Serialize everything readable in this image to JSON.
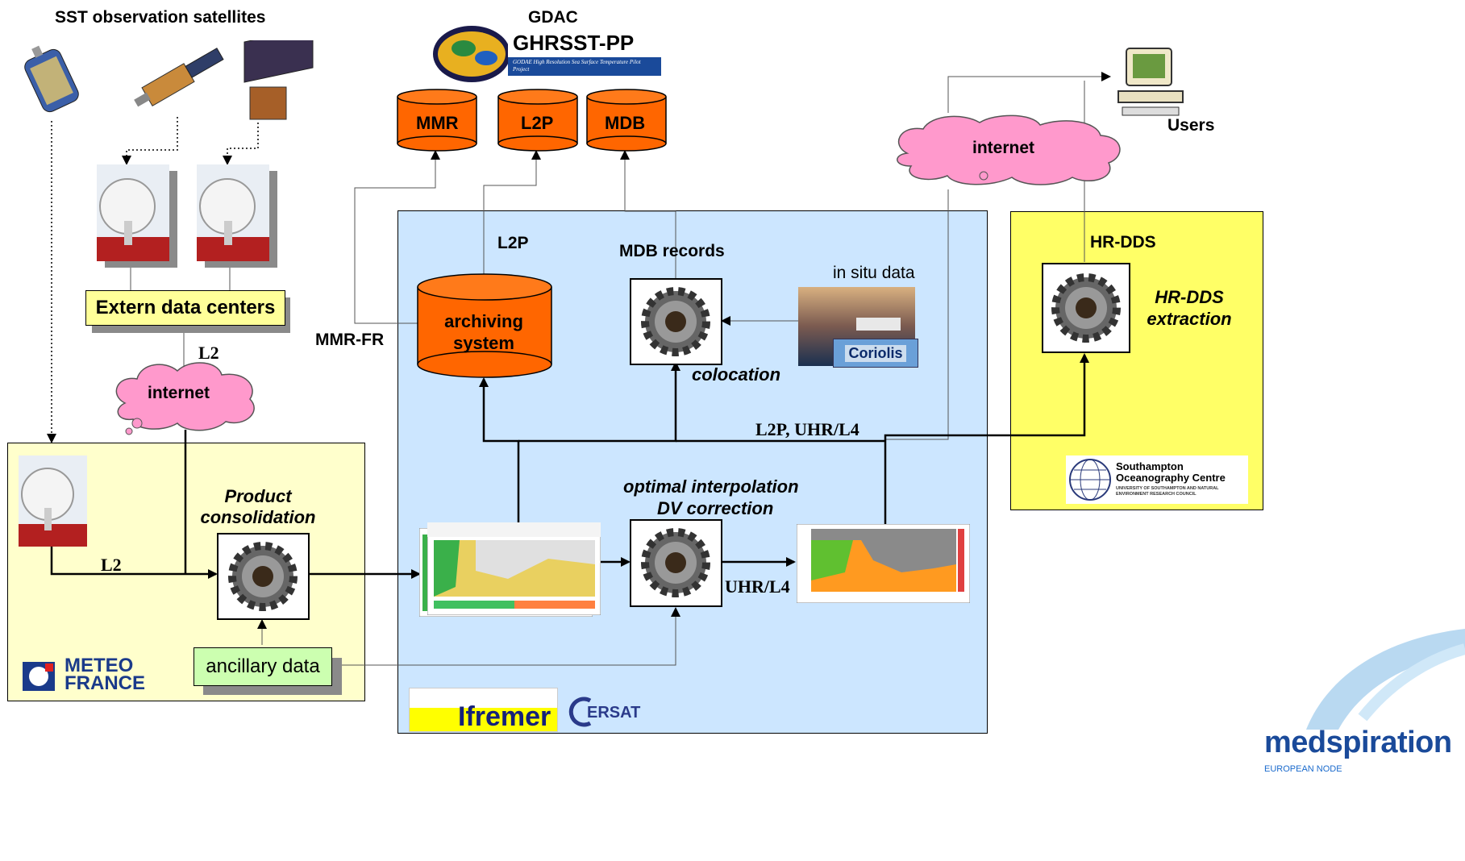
{
  "labels": {
    "sst_satellites": "SST observation satellites",
    "gdac": "GDAC",
    "ghrsst": "GHRSST-PP",
    "ghrsst_sub": "GODAE High Resolution Sea Surface Temperature Pilot Project",
    "users": "Users",
    "extern_data_centers": "Extern data centers",
    "l2_top": "L2",
    "l2_bottom": "L2",
    "internet_left": "internet",
    "internet_right": "internet",
    "product_consolidation": "Product consolidation",
    "ancillary_data": "ancillary data",
    "meteo_france": "METEO FRANCE",
    "l2p_mid": "L2P",
    "mdb_records": "MDB records",
    "in_situ_data": "in situ data",
    "coriolis": "Coriolis",
    "archiving_system": "archiving system",
    "mmr_fr": "MMR-FR",
    "colocation": "colocation",
    "l2p_uhr_l4": "L2P, UHR/L4",
    "optimal_interpolation": "optimal interpolation",
    "dv_correction": "DV correction",
    "uhr_l4": "UHR/L4",
    "hr_dds": "HR-DDS",
    "hr_dds_extraction": "HR-DDS extraction",
    "southampton_1": "Southampton",
    "southampton_2": "Oceanography Centre",
    "southampton_3": "UNIVERSITY OF SOUTHAMPTON AND NATURAL ENVIRONMENT RESEARCH COUNCIL",
    "ifremer": "Ifremer",
    "cersat": "ERSAT",
    "medspiration": "medspiration",
    "european_node": "EUROPEAN NODE"
  },
  "databases": [
    {
      "label": "MMR"
    },
    {
      "label": "L2P"
    },
    {
      "label": "MDB"
    }
  ],
  "colors": {
    "meteo_region": "#ffffcc",
    "ifremer_region": "#cce6ff",
    "southampton_region": "#ffff66",
    "database_orange": "#ff6600",
    "cloud_pink": "#ff99cc",
    "box_yellow": "#ffff99",
    "box_green": "#ccffb0"
  }
}
